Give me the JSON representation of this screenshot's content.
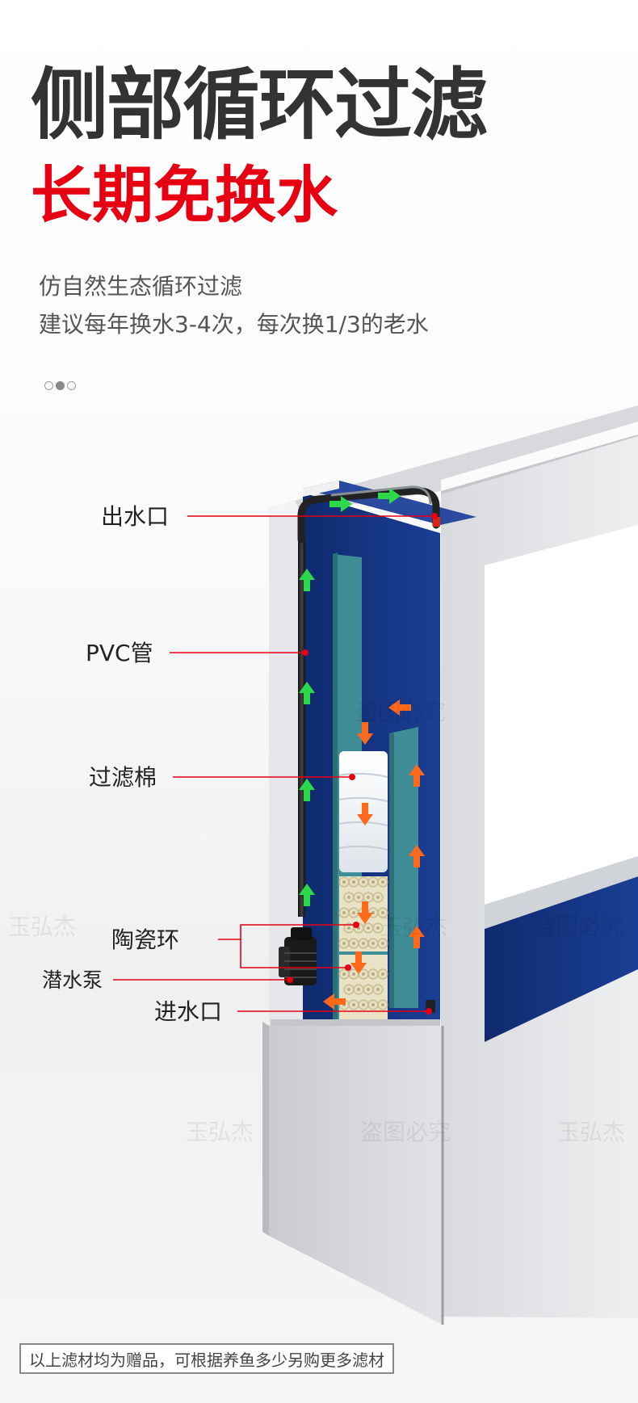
{
  "header": {
    "title": "侧部循环过滤",
    "subtitle": "长期免换水",
    "description_lines": [
      "仿自然生态循环过滤",
      "建议每年换水3-4次，每次换1/3的老水"
    ]
  },
  "carousel": {
    "total": 3,
    "active_index": 1
  },
  "labels": {
    "outlet": "出水口",
    "pvc_pipe": "PVC管",
    "filter_cotton": "过滤棉",
    "ceramic_rings": "陶瓷环",
    "submersible_pump": "潜水泵",
    "inlet": "进水口"
  },
  "watermarks": [
    "盗图必究",
    "玉弘杰"
  ],
  "footer": {
    "note": "以上滤材均为赠品，可根据养鱼多少另购更多滤材"
  },
  "colors": {
    "title": "#333333",
    "accent_red": "#e60012",
    "tank_blue": "#1d3f8f",
    "flow_green": "#2bd94a",
    "flow_orange": "#ff6a1a",
    "baffle_teal": "#3f8e97"
  }
}
